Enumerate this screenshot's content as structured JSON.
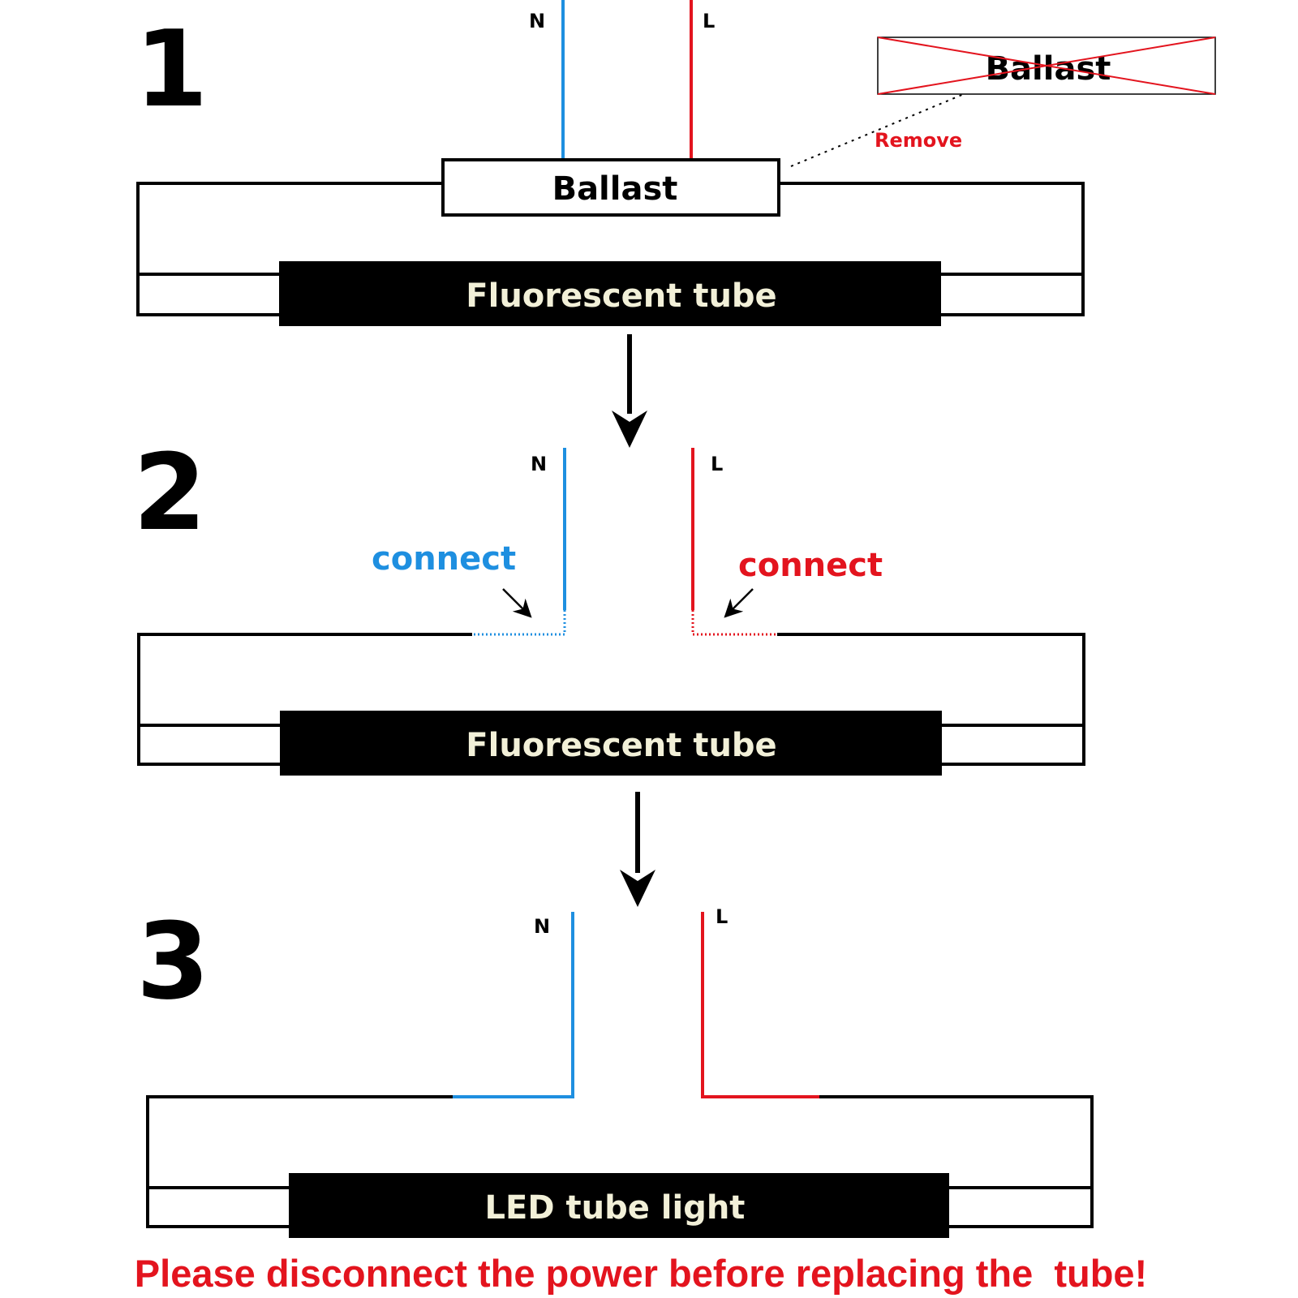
{
  "colors": {
    "neutral": "#1e8fe0",
    "live": "#e3141e",
    "tube": "#000000",
    "tube_text": "#f2f0d8",
    "warning": "#e3141e"
  },
  "labels": {
    "neutral": "N",
    "live": "L",
    "ballast": "Ballast",
    "remove": "Remove",
    "connect": "connect",
    "fluorescent_tube": "Fluorescent tube",
    "led_tube": "LED tube light"
  },
  "steps": [
    "1",
    "2",
    "3"
  ],
  "warning": "Please disconnect the power before replacing the  tube!"
}
